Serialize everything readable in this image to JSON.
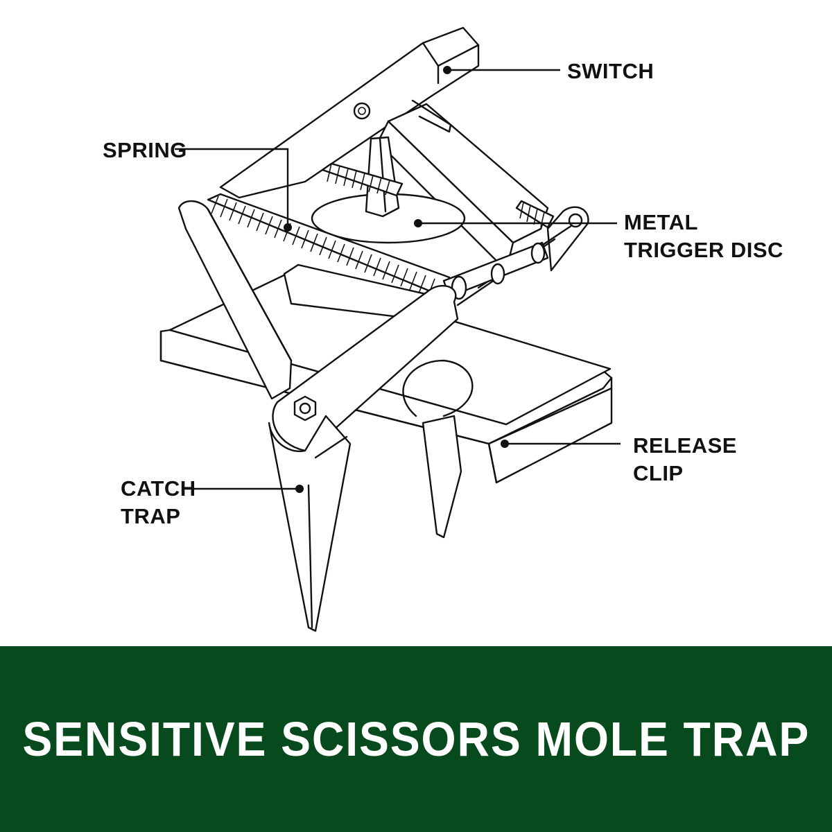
{
  "diagram": {
    "labels": {
      "switch": [
        "SWITCH"
      ],
      "spring": [
        "SPRING"
      ],
      "trigger": [
        "METAL",
        "TRIGGER DISC"
      ],
      "release": [
        "RELEASE",
        "CLIP"
      ],
      "catch": [
        "CATCH",
        "TRAP"
      ]
    }
  },
  "banner": {
    "title": "SENSITIVE SCISSORS MOLE TRAP",
    "background_color": "#064a1d",
    "text_color": "#ffffff"
  }
}
